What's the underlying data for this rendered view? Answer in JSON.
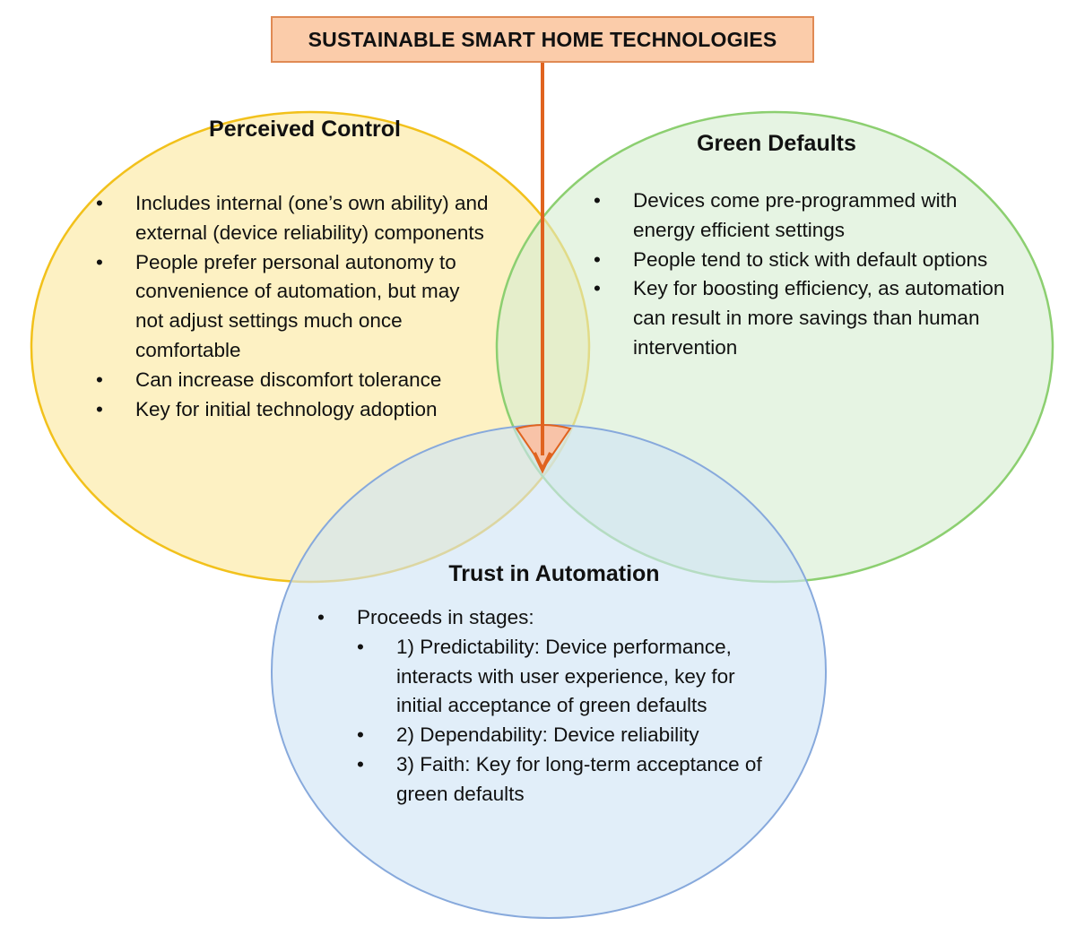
{
  "title": "SUSTAINABLE SMART HOME TECHNOLOGIES",
  "colors": {
    "control_fill": "#fdeeb8",
    "control_stroke": "#f2c11b",
    "green_fill": "#d5ecd0",
    "green_stroke": "#8ccf70",
    "trust_fill": "#cfe3f6",
    "trust_stroke": "#87a9dc",
    "title_fill": "#fbccaa",
    "arrow": "#e0631f",
    "center_fill": "#f8c3a8"
  },
  "perceived_control": {
    "heading": "Perceived Control",
    "bullets": [
      "Includes internal (one’s own ability) and external (device reliability) components",
      "People prefer personal autonomy to convenience of automation, but may not adjust settings much once comfortable",
      "Can increase discomfort tolerance",
      "Key for initial technology adoption"
    ]
  },
  "green_defaults": {
    "heading": "Green Defaults",
    "bullets": [
      "Devices come pre-programmed with energy efficient settings",
      "People tend to stick with default options",
      "Key for boosting efficiency, as automation can result in more savings than human intervention"
    ]
  },
  "trust_in_automation": {
    "heading": "Trust in Automation",
    "intro": "Proceeds in stages:",
    "stages": [
      "1) Predictability: Device performance, interacts with user experience, key for initial acceptance of green defaults",
      "2) Dependability: Device reliability",
      "3) Faith: Key for long-term acceptance of green defaults"
    ]
  }
}
